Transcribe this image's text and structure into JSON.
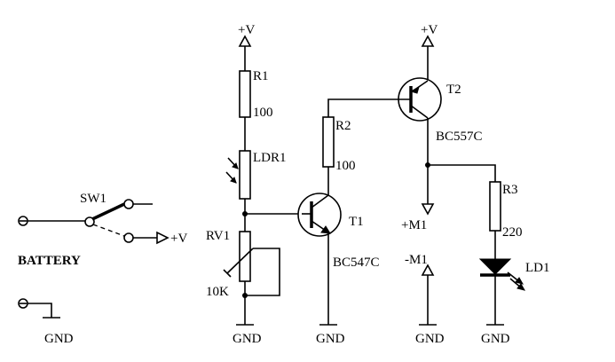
{
  "labels": {
    "battery": "BATTERY",
    "sw1": "SW1",
    "sw1_supply": "+V",
    "r1": "R1",
    "r1_value": "100",
    "r1_supply": "+V",
    "ldr1": "LDR1",
    "rv1": "RV1",
    "rv1_value": "10K",
    "r2": "R2",
    "r2_value": "100",
    "t1": "T1",
    "t1_part": "BC547C",
    "t2": "T2",
    "t2_part": "BC557C",
    "t2_supply": "+V",
    "m1_pos": "+M1",
    "m1_neg": "-M1",
    "r3": "R3",
    "r3_value": "220",
    "ld1": "LD1",
    "gnd_battery": "GND",
    "gnd_rv1": "GND",
    "gnd_t1": "GND",
    "gnd_m1": "GND",
    "gnd_ld1": "GND"
  }
}
